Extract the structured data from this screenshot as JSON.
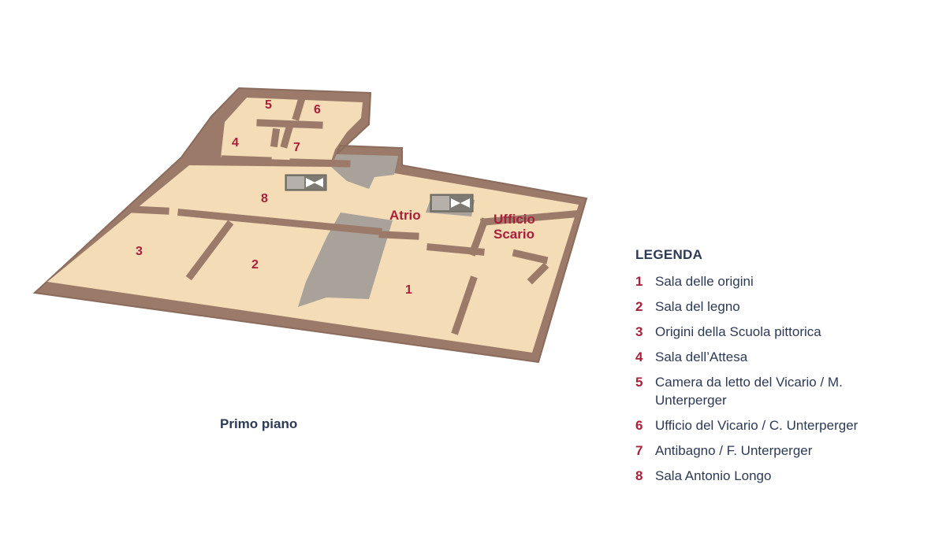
{
  "map": {
    "room_labels": {
      "r1": "1",
      "r2": "2",
      "r3": "3",
      "r4": "4",
      "r5": "5",
      "r6": "6",
      "r7": "7",
      "r8": "8",
      "atrio": "Atrio",
      "ufficio_line1": "Ufficio",
      "ufficio_line2": "Scario"
    },
    "colors": {
      "floor": "#f3dcb6",
      "wall": "#9b7a6a",
      "service": "#a8a29b",
      "label": "#a8203a",
      "text": "#2c3a55"
    }
  },
  "floor_caption": "Primo piano",
  "legend": {
    "title": "LEGENDA",
    "items": [
      {
        "num": "1",
        "text": "Sala delle origini"
      },
      {
        "num": "2",
        "text": "Sala del legno"
      },
      {
        "num": "3",
        "text": "Origini della Scuola pittorica"
      },
      {
        "num": "4",
        "text": "Sala dell’Attesa"
      },
      {
        "num": "5",
        "text": "Camera da letto del Vicario / M. Unterperger"
      },
      {
        "num": "6",
        "text": "Ufficio del Vicario / C. Unterperger"
      },
      {
        "num": "7",
        "text": "Antibagno / F. Unterperger"
      },
      {
        "num": "8",
        "text": "Sala Antonio Longo"
      }
    ]
  }
}
